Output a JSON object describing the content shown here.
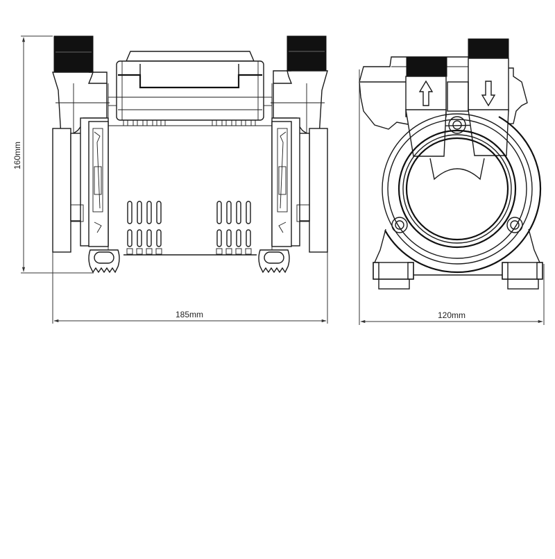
{
  "drawing": {
    "type": "technical-dimension-drawing",
    "subject": "twin impeller shower pump",
    "background": "#ffffff",
    "line_color": "#1a1a1a"
  },
  "views": {
    "front": {
      "label": "front-view",
      "dimensions": {
        "height": "160mm",
        "width": "185mm"
      }
    },
    "side": {
      "label": "side-view",
      "dimensions": {
        "width": "120mm"
      },
      "port_arrows": {
        "inlet": "up-arrow",
        "outlet": "down-arrow"
      }
    }
  }
}
